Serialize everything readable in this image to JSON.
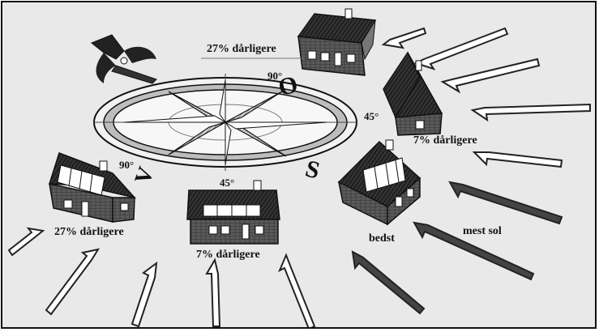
{
  "diagram": {
    "labels": {
      "north_house": "27% dårligere",
      "east_house": "7% dårligere",
      "southeast_house": "bedst",
      "sun_direction": "mest sol",
      "south_house": "7% dårligere",
      "west_house": "27% dårligere"
    },
    "angles": {
      "north_90": "90°",
      "east_45": "45°",
      "south_45": "45°",
      "west_90": "90°"
    }
  }
}
